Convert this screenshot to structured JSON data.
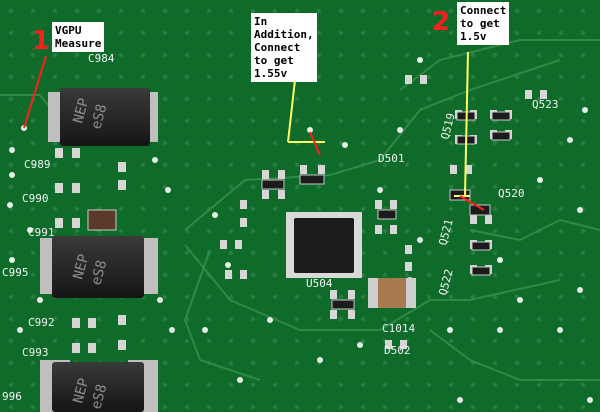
{
  "annotations": {
    "num1": "1",
    "note1": "VGPU\nMeasure",
    "note_mid": "In\nAddition,\nConnect\nto get\n1.55v",
    "num2": "2",
    "note2": "Connect\nto get\n1.5v"
  },
  "board_labels": {
    "c984": "C984",
    "c989": "C989",
    "c990": "C990",
    "c991": "C991",
    "c995": "C995",
    "c992": "C992",
    "c993": "C993",
    "c996": "996",
    "d501": "D501",
    "q520": "Q520",
    "q523": "Q523",
    "q519": "Q519",
    "q521": "Q521",
    "q522": "Q522",
    "u504": "U504",
    "c1014": "C1014",
    "d502": "D502",
    "cap_text_1a": "NEP",
    "cap_text_1b": "eS8",
    "cap_text_2a": "NEP",
    "cap_text_2b": "eS8",
    "cap_text_3a": "NEP",
    "cap_text_3b": "eS8"
  },
  "colors": {
    "board": "#0f6b2a",
    "trace": "#2f8a45",
    "silkscreen": "#f2f2f2",
    "callout_red": "#ff1e1e",
    "callout_line": "#ffff66"
  }
}
